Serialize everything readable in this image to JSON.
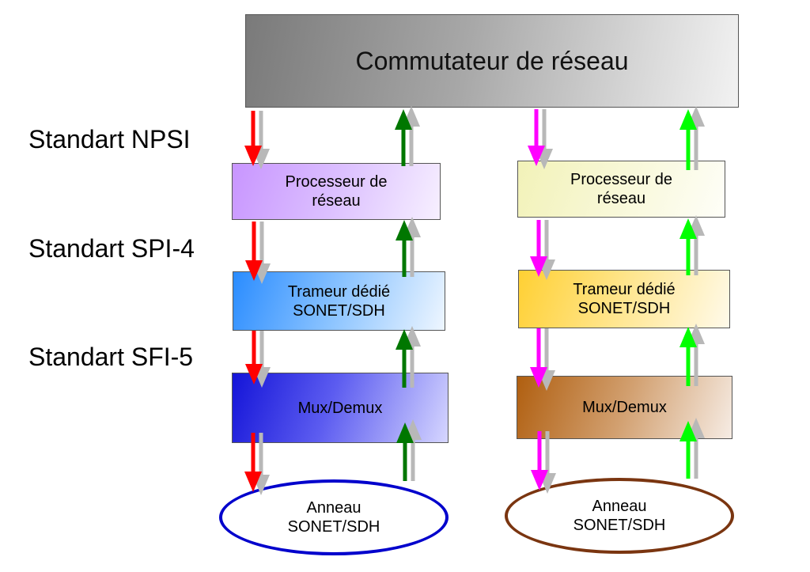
{
  "switch": {
    "label": "Commutateur de réseau"
  },
  "standards": [
    "Standart NPSI",
    "Standart SPI-4",
    "Standart SFI-5"
  ],
  "left": {
    "processor": "Processeur de\nréseau",
    "framer": "Trameur dédié\nSONET/SDH",
    "mux": "Mux/Demux",
    "ring": "Anneau\nSONET/SDH",
    "down_arrow_color": "#ff0000",
    "up_arrow_color": "#007700",
    "ring_color": "#0000cc"
  },
  "right": {
    "processor": "Processeur de\nréseau",
    "framer": "Trameur dédié\nSONET/SDH",
    "mux": "Mux/Demux",
    "ring": "Anneau\nSONET/SDH",
    "down_arrow_color": "#ff00ff",
    "up_arrow_color": "#00ff00",
    "ring_color": "#7a3510"
  },
  "shadow_arrow_color": "#b8b8b8"
}
